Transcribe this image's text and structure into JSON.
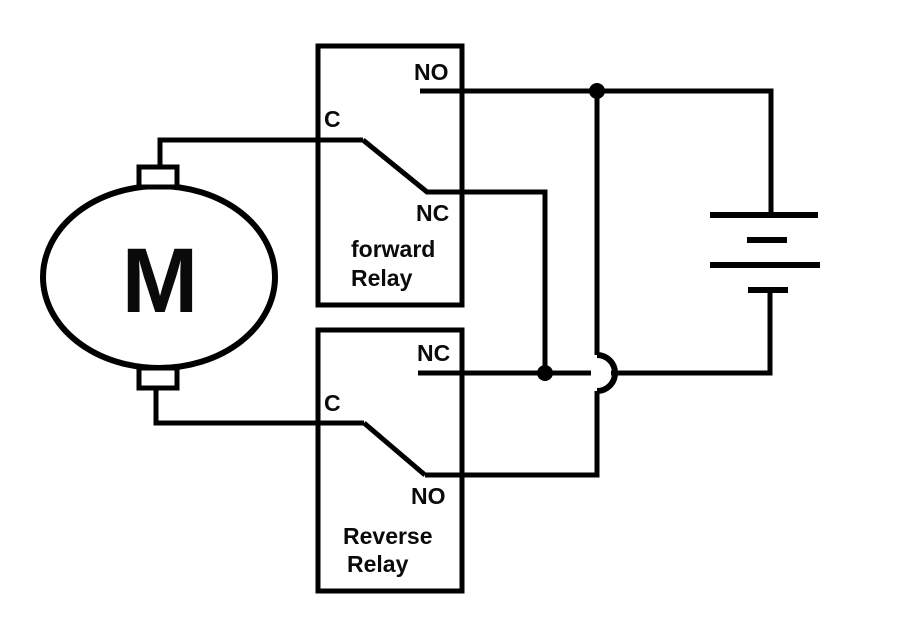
{
  "motor": {
    "label": "M"
  },
  "forward_relay": {
    "no_label": "NO",
    "c_label": "C",
    "nc_label": "NC",
    "name_line1": "forward",
    "name_line2": "Relay"
  },
  "reverse_relay": {
    "nc_label": "NC",
    "c_label": "C",
    "no_label": "NO",
    "name_line1": "Reverse",
    "name_line2": "Relay"
  },
  "colors": {
    "wire": "#000000",
    "background": "#ffffff",
    "text": "#0a0a0a"
  }
}
